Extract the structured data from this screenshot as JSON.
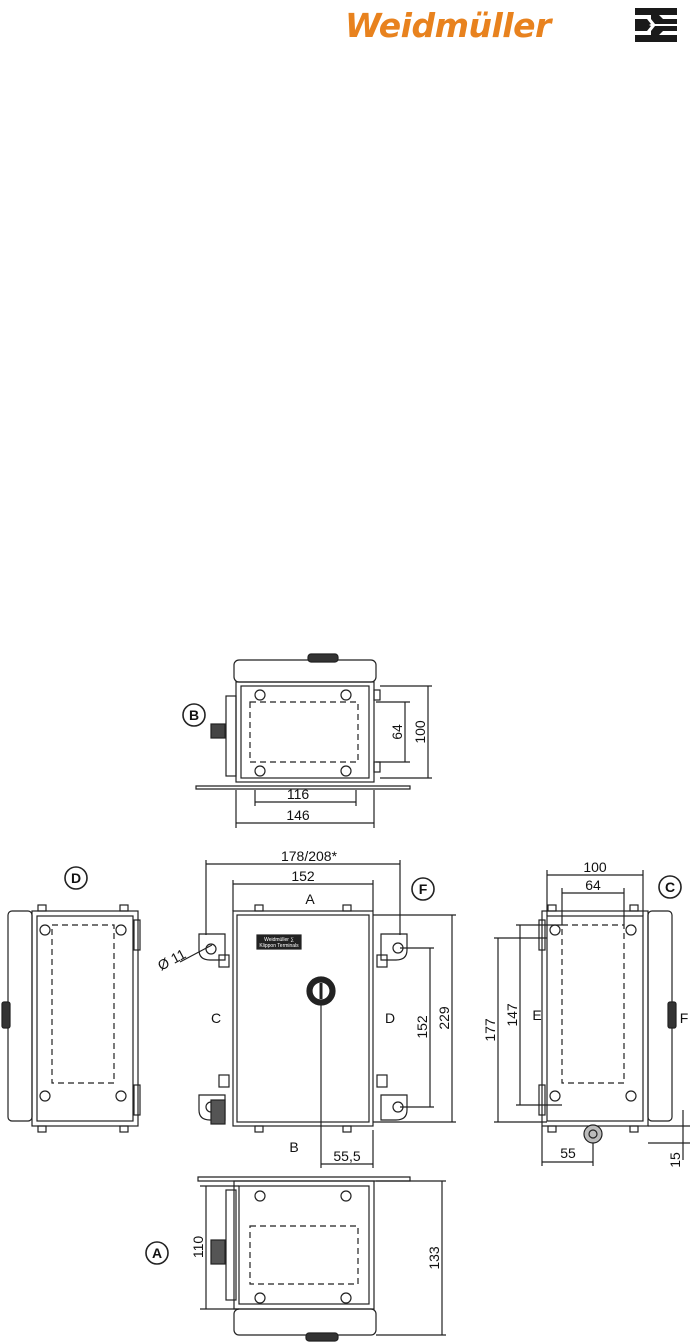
{
  "brand": {
    "name": "Weidmüller",
    "color": "#e8821e",
    "mark_color": "#1a1a1a",
    "mark_icon": "weidmuller-logo-icon"
  },
  "drawing": {
    "line_color": "#222222",
    "dimension_color": "#111111",
    "views": [
      {
        "name": "B",
        "position": "top"
      },
      {
        "name": "D",
        "position": "left"
      },
      {
        "name": "F",
        "position": "front"
      },
      {
        "name": "C",
        "position": "right"
      },
      {
        "name": "A",
        "position": "bottom"
      }
    ],
    "side_labels": {
      "a": "A",
      "b": "B",
      "c": "C",
      "d": "D",
      "e": "E",
      "f": "F"
    },
    "dimensions": {
      "top_height_64": "64",
      "top_height_100": "100",
      "top_width_116": "116",
      "top_width_146": "146",
      "front_overall_width": "178/208",
      "front_overall_mark": "*",
      "front_width_152": "152",
      "hole_diameter": "Ø 11",
      "front_height_152": "152",
      "front_height_229": "229",
      "front_offset_55_5": "55,5",
      "right_width_100": "100",
      "right_width_64": "64",
      "right_height_177": "177",
      "right_height_147": "147",
      "right_offset_55": "55",
      "right_offset_15": "15",
      "bottom_height_110": "110",
      "bottom_height_133": "133"
    },
    "nameplate_lines": [
      "Weidmüller ∑",
      "Klippon Terminals"
    ]
  }
}
